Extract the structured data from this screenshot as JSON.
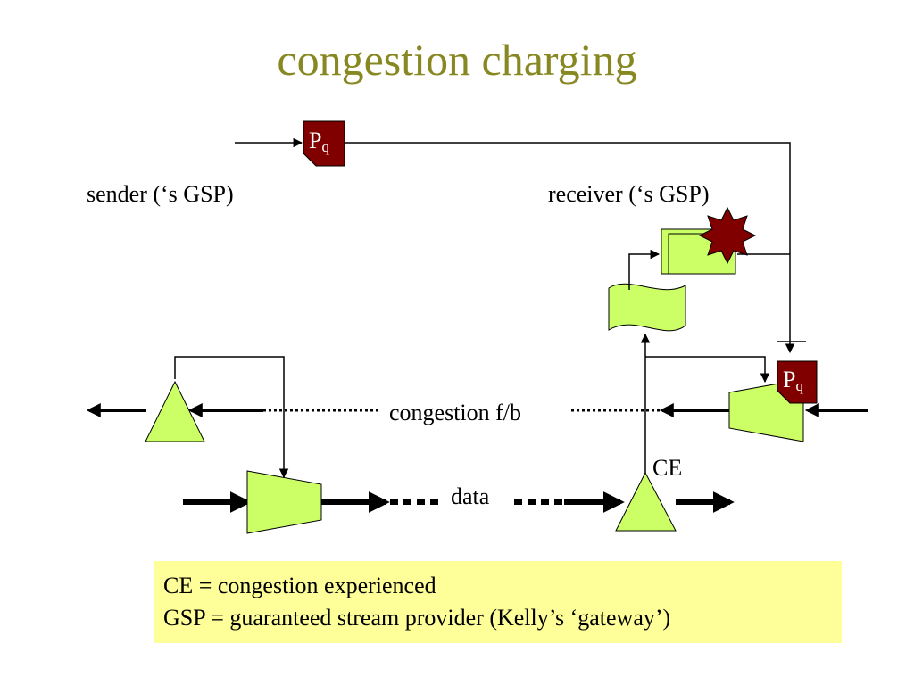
{
  "title": "congestion charging",
  "labels": {
    "sender": "sender (‘s GSP)",
    "receiver": "receiver (‘s GSP)",
    "congestion_fb": "congestion f/b",
    "data": "data",
    "ce": "CE"
  },
  "price_tag": {
    "letter": "P",
    "subscript": "q"
  },
  "legend": {
    "line1": "CE = congestion experienced",
    "line2": "GSP = guaranteed stream provider (Kelly’s ‘gateway’)"
  },
  "colors": {
    "title": "#888822",
    "shape_fill": "#ccff66",
    "price_tag_fill": "#800000",
    "legend_bg": "#ffff99"
  }
}
